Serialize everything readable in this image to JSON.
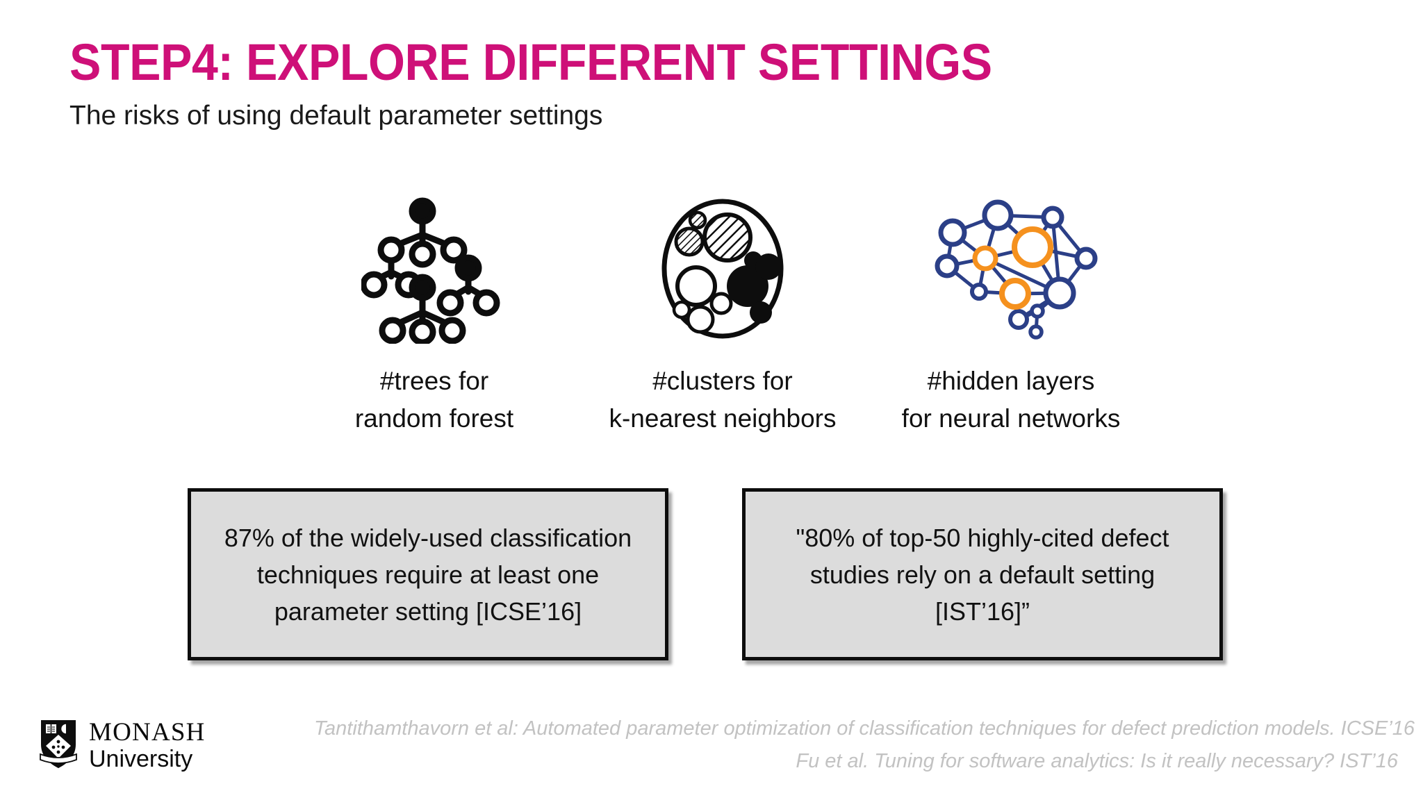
{
  "slide": {
    "title": "STEP4: EXPLORE DIFFERENT SETTINGS",
    "subtitle": "The risks of using default parameter settings",
    "title_color": "#CE1078",
    "background_color": "#FFFFFF"
  },
  "icons": [
    {
      "icon_name": "decision-tree-icon",
      "caption_line1": "#trees for",
      "caption_line2": "random forest",
      "colors": {
        "stroke": "#0d0d0d",
        "fill": "#0d0d0d"
      }
    },
    {
      "icon_name": "cluster-circles-icon",
      "caption_line1": "#clusters for",
      "caption_line2": "k-nearest neighbors",
      "colors": {
        "stroke": "#0d0d0d",
        "fill": "#0d0d0d"
      }
    },
    {
      "icon_name": "neural-network-icon",
      "caption_line1": "#hidden layers",
      "caption_line2": "for neural networks",
      "colors": {
        "navy": "#2B3F87",
        "orange": "#F5911E"
      }
    }
  ],
  "callouts": [
    {
      "name": "callout-icse",
      "text": "87% of the widely-used classification techniques require at least one parameter setting [ICSE’16]",
      "fill_color": "#DCDCDC",
      "border_color": "#0D0D0D"
    },
    {
      "name": "callout-ist",
      "text": "\"80% of top-50 highly-cited defect studies rely on a default setting [IST’16]”",
      "fill_color": "#DCDCDC",
      "border_color": "#0D0D0D"
    }
  ],
  "footer": {
    "logo": {
      "name": "MONASH",
      "sub": "University"
    },
    "citations": [
      "Tantithamthavorn et al: Automated parameter optimization of classification techniques for defect prediction models. ICSE’16",
      "Fu et al. Tuning for software analytics: Is it really necessary? IST’16"
    ],
    "citation_color": "#C2C2C2"
  }
}
